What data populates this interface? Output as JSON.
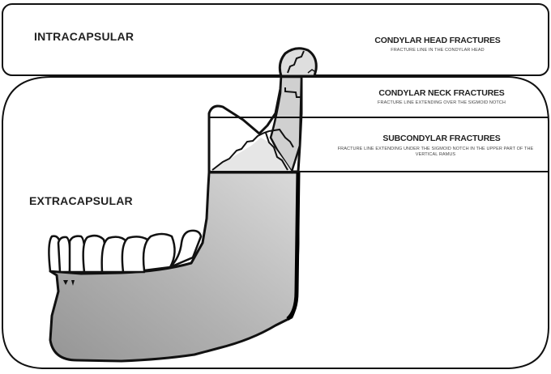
{
  "diagram": {
    "subject": "Mandible condylar fracture classification",
    "regions": {
      "intracapsular": {
        "label": "INTRACAPSULAR"
      },
      "extracapsular": {
        "label": "EXTRACAPSULAR"
      }
    },
    "fracture_types": [
      {
        "title": "CONDYLAR HEAD FRACTURES",
        "description": "FRACTURE LINE IN THE CONDYLAR HEAD"
      },
      {
        "title": "CONDYLAR NECK FRACTURES",
        "description": "FRACTURE LINE EXTENDING OVER THE SIGMOID NOTCH"
      },
      {
        "title": "SUBCONDYLAR FRACTURES",
        "description": "FRACTURE LINE EXTENDING UNDER THE SIGMOID NOTCH IN THE UPPER PART OF THE VERTICAL RAMUS"
      }
    ],
    "colors": {
      "outline": "#111111",
      "bone_light": "#d4d4d4",
      "bone_mid": "#b8b8b8",
      "bone_dark": "#9c9c9c",
      "teeth": "#ffffff",
      "background": "#ffffff"
    }
  }
}
